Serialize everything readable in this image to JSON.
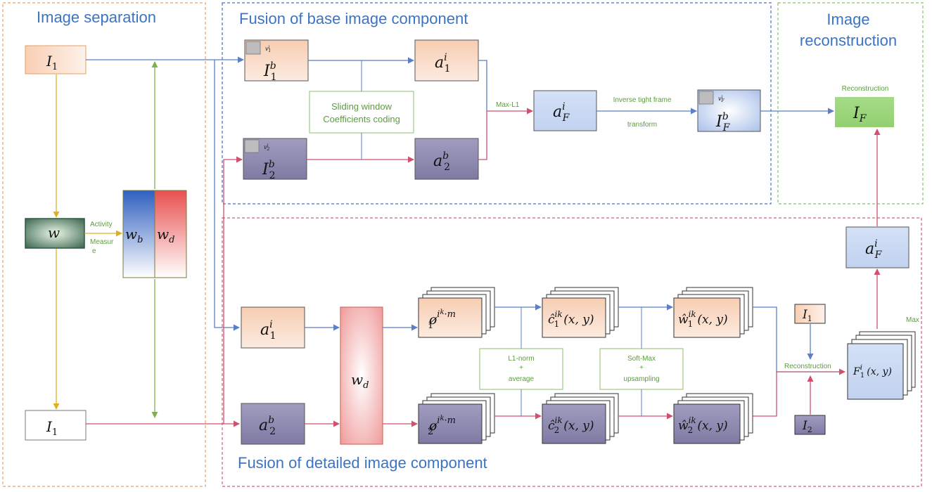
{
  "sections": {
    "separation": "Image separation",
    "base": "Fusion of base image component",
    "reconstruction_line1": "Image",
    "reconstruction_line2": "reconstruction",
    "detailed": "Fusion of detailed image component"
  },
  "labels": {
    "activity": "Activity",
    "measure1": "Measur",
    "measure2": "e",
    "max_l1": "Max-L1",
    "inverse1": "Inverse tight frame",
    "inverse2": "transform",
    "reconstruction_top": "Reconstruction",
    "reconstruction_mid": "Reconstruction",
    "max": "Max"
  },
  "boxes": {
    "sliding1": "Sliding window",
    "sliding2": "Coefficients coding",
    "l1norm1": "L1-norm",
    "l1norm2": "+",
    "l1norm3": "average",
    "softmax1": "Soft-Max",
    "softmax2": "+",
    "softmax3": "upsampling"
  },
  "colors": {
    "orange_border": "#e8a060",
    "blue_border": "#4a6fc0",
    "green_border": "#8bc26a",
    "pink_border": "#d0607a",
    "blue_arrow": "#5b7fc8",
    "red_arrow": "#d0506e",
    "yellow_arrow": "#e0b020",
    "green_arrow": "#7fb050",
    "peach": "#f8d7c2",
    "lavender": "#8c86ad",
    "light_blue": "#c9d8f2",
    "green_fill": "#9ed77f"
  }
}
